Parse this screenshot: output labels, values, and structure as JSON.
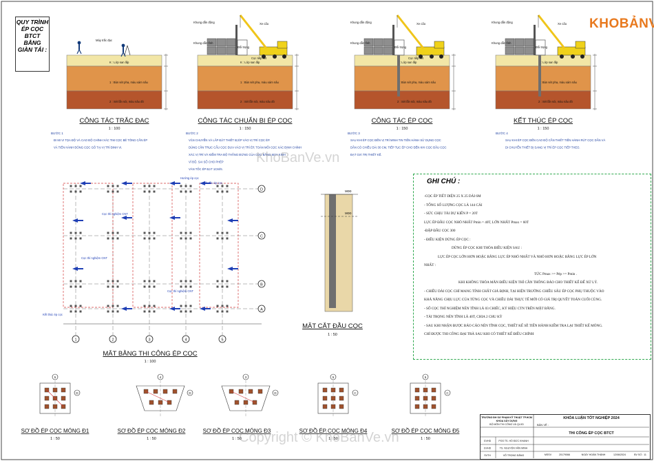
{
  "logo": "KHOBẢNVẼ",
  "process_title": "QUY TRÌNH ÉP CỌC BTCT BẰNG GIÀN TẢI :",
  "watermarks": [
    "KhoBanVe.vn",
    "Copyright © KhoBanVe.vn"
  ],
  "panels": [
    {
      "title": "CÔNG TÁC TRẮC ĐẠC",
      "scale": "1 : 100",
      "step": "BƯỚC 1",
      "desc": [
        "ĐI MI VI TỌA ĐỘ VÀ CAO ĐỘ CHÍNH XÁC TIM CỌC BÊ TÔNG CẦN ÉP",
        "VÀ TIẾN HÀNH ĐÓNG CỌC GỖ TẠI VỊ TRÍ ĐINH VI."
      ],
      "label_top": "Máy trắc đạc"
    },
    {
      "title": "CÔNG TÁC CHUẨN BỊ ÉP CỌC",
      "scale": "1 : 150",
      "step": "BƯỚC 2",
      "desc": [
        "VẬN CHUYỂN VÀ LẮP ĐẶT THIẾT BỊ ÉP VÀO VỊ TRÍ CỌC ÉP.",
        "DÙNG CẦN TRỤC CẨU CỌC ĐƯA VÀO VỊ TRÍ ÉP, TOÀN MỖI CỌC XÁC ĐỊNH CHÍNH",
        "XÁC VỊ TRÍ VÀ KIỂM TRA ĐỘ THẲNG ĐỨNG CỦA CỌC BẰNG MÁY KINH",
        "VĨ ĐỘ. SAI SỐ CHO PHÉP",
        "VÀN TỐC ÉP ĐẠT 1CM/S."
      ],
      "labels": [
        "Khung dẫn động",
        "Xe cẩu",
        "Khung dẫn tĩnh",
        "Đối trọng",
        "Cọc tiếp kết"
      ]
    },
    {
      "title": "CÔNG TÁC ÉP CỌC",
      "scale": "1 : 150",
      "step": "BƯỚC 3",
      "desc": [
        "SAU KHI ÉP CỌC ĐẾN VỊ TRÍ MINH TIN TIẾN HÀNH SỬ DỤNG CỌC",
        "DẪN CÓ CHIỀU DÀI 30 CM, TIẾP TỤC ÉP CHO ĐẾN KHI CỌC ĐẦU CỌC",
        "ĐẠT GIÁ TRỊ THIẾT KẾ."
      ],
      "labels": [
        "Khung dẫn động",
        "Xe cẩu",
        "Khung dẫn tĩnh",
        "Đối trọng",
        "Cọc tiếp kết"
      ]
    },
    {
      "title": "KẾT THÚC ÉP CỌC",
      "scale": "1 : 150",
      "step": "BƯỚC 4",
      "desc": [
        "SAU KHI ÉP CỌC ĐẾN CAO ĐỘ CẦN THIẾT TIẾN HÀNH RÚT CỌC DẪN VÀ",
        "DI CHUYỂN THIẾT BỊ SANG VỊ TRÍ ÉP CỌC TIẾP THEO."
      ],
      "labels": [
        "Khung dẫn động",
        "Xe cẩu",
        "Khung dẫn tĩnh",
        "Đối trọng"
      ]
    }
  ],
  "soil_layers": [
    "K : Lớp san lấp",
    "1 : Bùn sét pha, màu xám nâu",
    "2 : Sét lẫn sỏi, màu nâu đỏ"
  ],
  "plan": {
    "title": "MẶT BẰNG THI CÔNG ÉP CỌC",
    "scale": "1 : 100",
    "labels": [
      "Hướng ép cọc",
      "Bắt đầu ép cọc",
      "Cọc thí nghiệm CNT",
      "Cọc thí nghiệm CNT",
      "Cọc thí nghiệm CNT",
      "Kết thúc ép cọc"
    ],
    "axis_letters": [
      "D",
      "C",
      "B",
      "A"
    ],
    "axis_numbers": [
      "1",
      "2",
      "3",
      "4",
      "5"
    ]
  },
  "section": {
    "title": "MẶT CẮT ĐẦU CỌC",
    "scale": "1 : 50",
    "labels": [
      "MĐĐ",
      "MĐĐ"
    ]
  },
  "notes": {
    "title": "GHI CHÚ :",
    "lines": [
      "-CỌC ÉP TIẾT DIỆN 25 X 25 DÀI 6M",
      "- TỔNG SỐ LƯỢNG CỌC LÀ 144 CÁI",
      "- SỨC CHỊU TẢI DỰ KIẾN P = 20T",
      "LỰC ÉP ĐẦU CỌC NHỎ NHẤT  Pmin = 40T, LỚN NHẤT Pmax = 60T",
      "-ĐẬP ĐẦU CỌC 300",
      "- ĐIỀU KIỆN DỪNG ÉP CỌC :",
      "DỪNG ÉP CỌC KHI THỎA ĐIỀU KIỆN SAU :",
      "LỰC ÉP CỌC LỚN HƠN HOẶC BẰNG LỰC ÉP NHỎ  NHẤT VÀ NHỎ HƠN HOẶC BẰNG LỰC ÉP LỚN",
      "NHẤT :",
      "TỨC Pmax >= Pép >= Pmin .",
      "KHI KHÔNG THỎA MÃN ĐIỀU KIỆN THÌ CẦN THÔNG BÁO CHO THIẾT KẾ ĐỂ XỬ LÝ.",
      "- CHIỀU DÀI CỌC CHỈ MANG TÍNH CHẤT GIẢ ĐỊNH, TẠI HIỆN TRƯỜNG CHIỀU SÂU ÉP CỌC PHỤ THUỘC VÀO",
      "KHẢ NĂNG CHỊU LỰC CỦA TỪNG CỌC VÀ CHIỀU DÀI THỰC TẾ MỚI CÓ GIÁ TRỊ QUYẾT TOÁN CUỐI CÙNG.",
      "- SỐ CỌC THÍ NGHIỆM NÉN TĨNH LÀ 03 CHIẾC, KÝ HIỆU CTN TRÊN MẶT BẰNG.",
      "- TẢI TRỌNG NÉN TĨNH LÀ 40T, CHIA 2 CHU KỲ",
      "- SAU KHI NHẬN ĐƯỢC BÁO CÁO NÉN TĨNH CỌC, THIẾT KẾ SẼ TIẾN HÀNH KIỂM TRA LẠI THIẾT KẾ MÓNG.",
      "CHỈ ĐƯỢC THI CÔNG ĐẠI TRÀ SAU KHI CÓ THIẾT KẾ ĐIỀU CHỈNH"
    ]
  },
  "foundations": [
    {
      "title": "SƠ ĐỒ ÉP CỌC MÓNG Đ1",
      "scale": "1 : 50",
      "axis": "5",
      "side": "D"
    },
    {
      "title": "SƠ ĐỒ ÉP CỌC MÓNG Đ2",
      "scale": "1 : 50",
      "axis": "4",
      "side": "D"
    },
    {
      "title": "SƠ ĐỒ ÉP CỌC MÓNG Đ3",
      "scale": "1 : 50",
      "axis": "3",
      "side": "D"
    },
    {
      "title": "SƠ ĐỒ ÉP CỌC MÓNG Đ4",
      "scale": "1 : 50",
      "axis": "5",
      "side": "C"
    },
    {
      "title": "SƠ ĐỒ ÉP CỌC MÓNG Đ5",
      "scale": "1 : 50",
      "axis": "5",
      "side": "C"
    }
  ],
  "title_block": {
    "school": "TRƯỜNG ĐH SƯ PHẠM KỸ THUẬT TP.HCM",
    "faculty": "KHOA XÂY DỰNG",
    "dept": "BỘ MÔN THI CÔNG VÀ QLXD",
    "header": "KHÓA LUẬN TỐT NGHIỆP 2024",
    "drawing_label": "BẢN VẼ :",
    "drawing_name": "THI CÔNG ÉP CỌC BTCT",
    "rows": [
      [
        "GVHD",
        "PGS TS. HỒ ĐỨC KHANH"
      ],
      [
        "GVHD",
        "TS. NGUYỄN VĂN MINH"
      ],
      [
        "SVTH",
        "VÕ TRỌNG ĐĂNG"
      ]
    ],
    "mssv_label": "MSSV",
    "mssv": "20179066",
    "date_label": "NGÀY HOÀN THÀNH",
    "date": "12/06/2024",
    "sheet_label": "BV SỐ : 11"
  }
}
